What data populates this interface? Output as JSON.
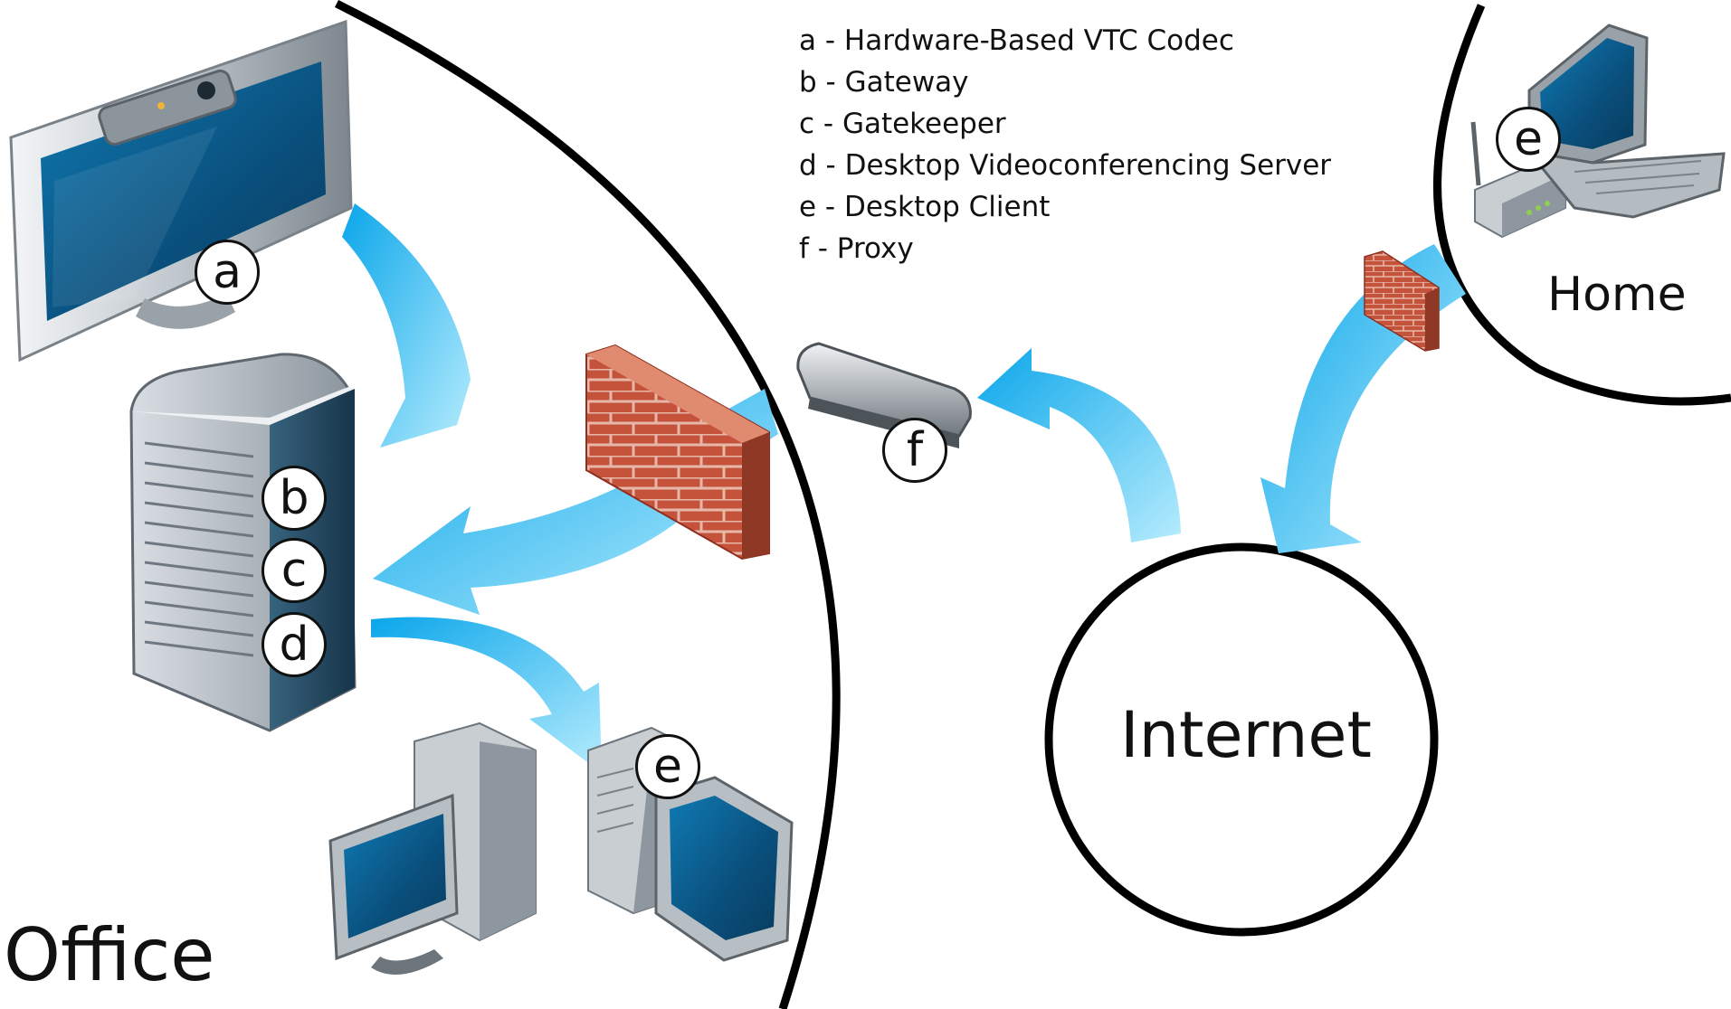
{
  "legend": [
    "a - Hardware-Based VTC Codec",
    "b - Gateway",
    "c - Gatekeeper",
    "d - Desktop Videoconferencing Server",
    "e - Desktop Client",
    "f - Proxy"
  ],
  "zones": {
    "office": "Office",
    "home": "Home",
    "internet": "Internet"
  },
  "badges": {
    "a": "a",
    "b": "b",
    "c": "c",
    "d": "d",
    "e_office": "e",
    "e_home": "e",
    "f": "f"
  },
  "colors": {
    "arrow": "#1ab8f0",
    "arrow_light": "#9fe3fb",
    "line": "#000000",
    "firewall": "#c8553d",
    "screen": "#0b5f8f"
  }
}
